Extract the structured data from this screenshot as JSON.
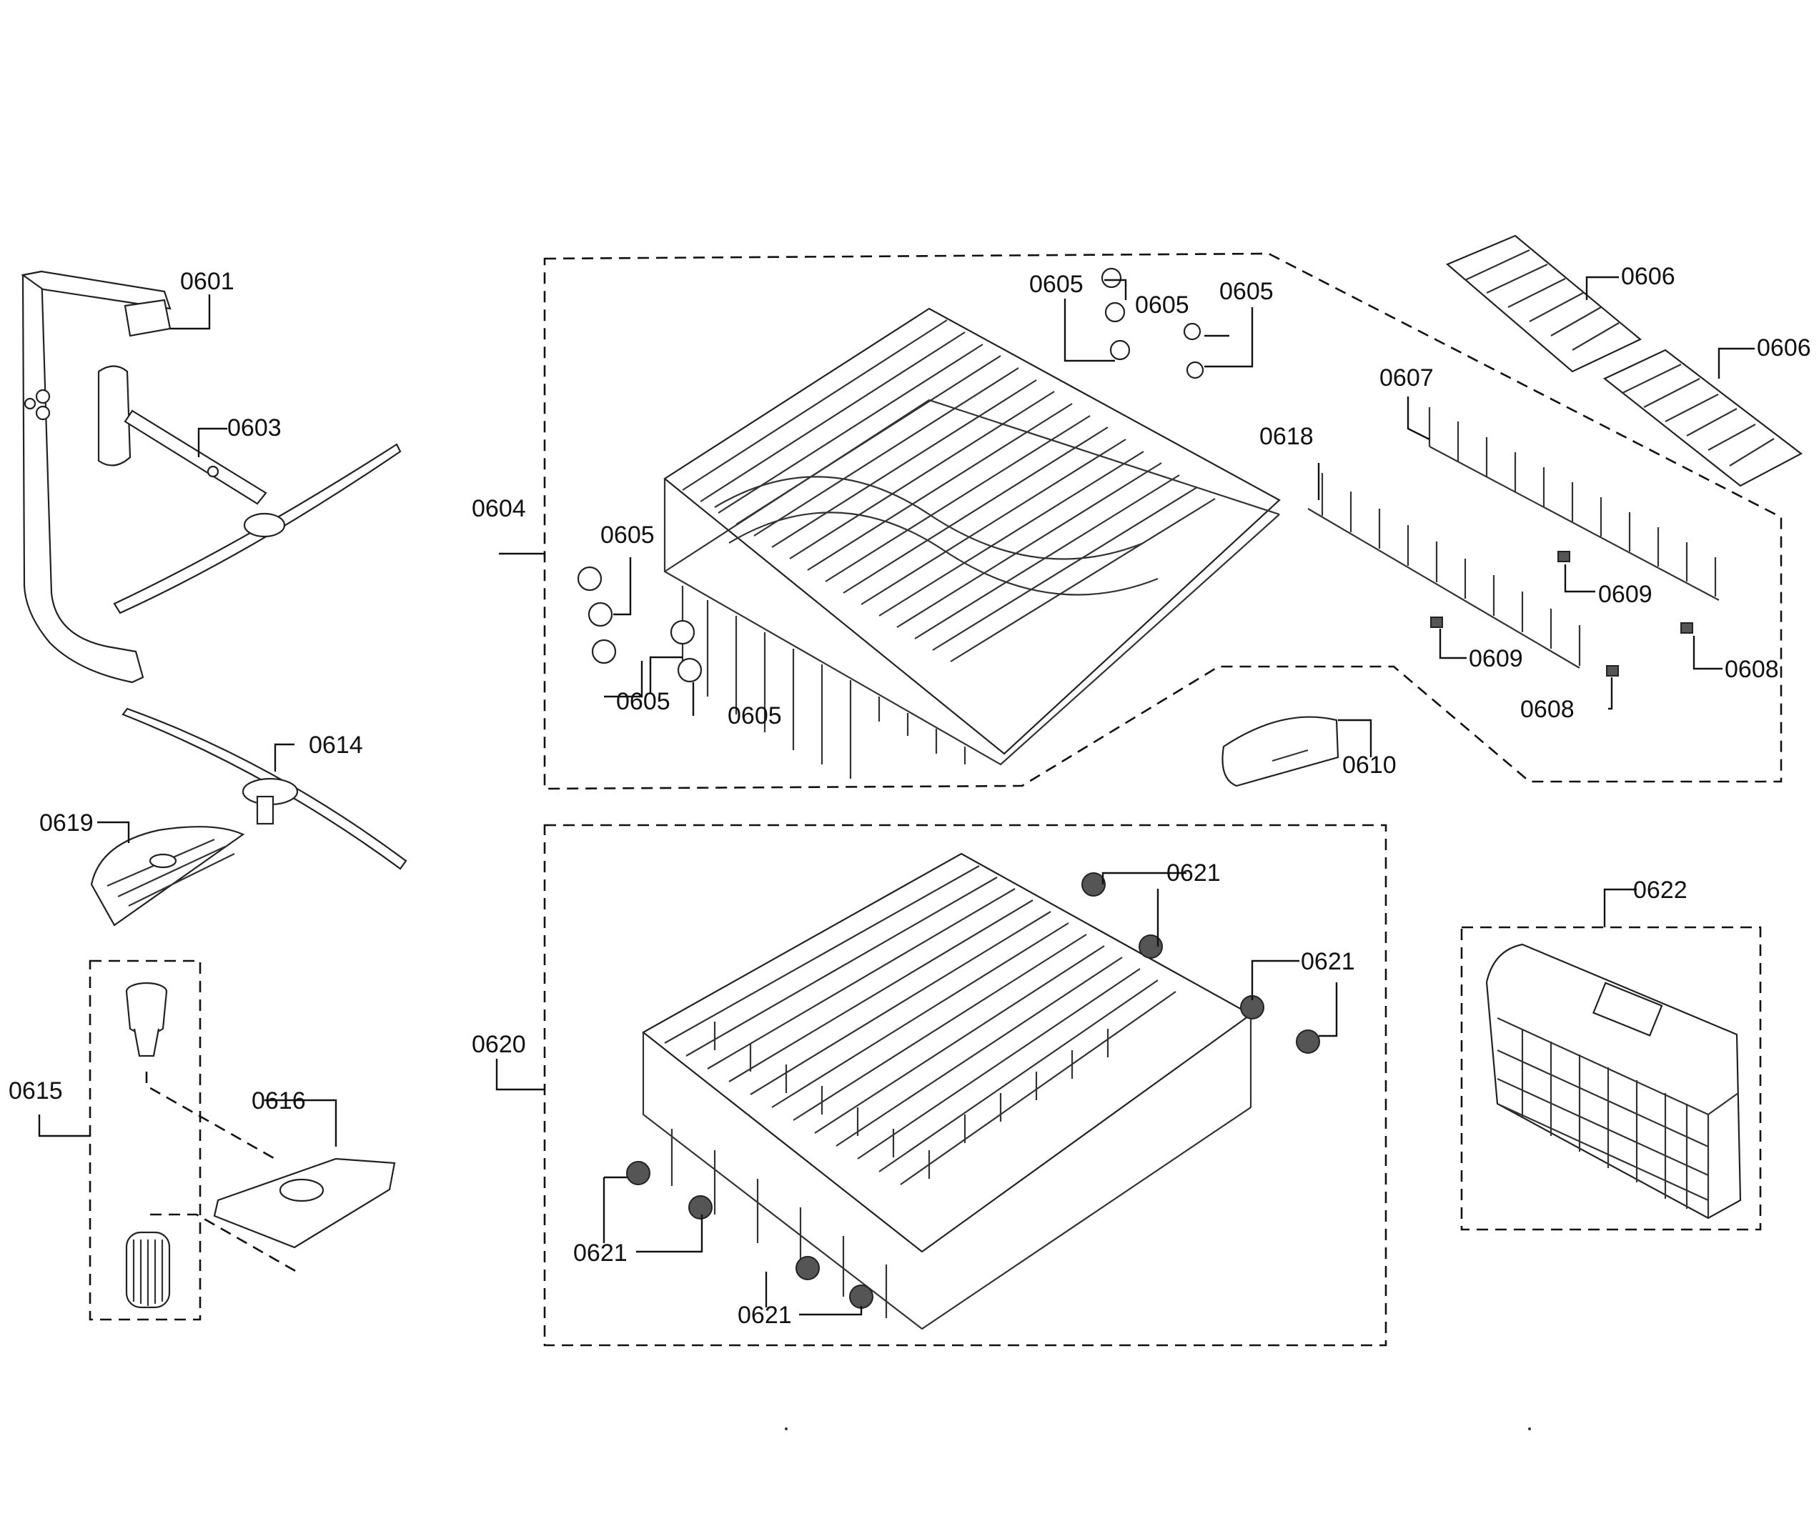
{
  "labels": {
    "p0601": "0601",
    "p0603": "0603",
    "p0604": "0604",
    "p0605": "0605",
    "p0606": "0606",
    "p0607": "0607",
    "p0608": "0608",
    "p0609": "0609",
    "p0610": "0610",
    "p0614": "0614",
    "p0615": "0615",
    "p0616": "0616",
    "p0618": "0618",
    "p0619": "0619",
    "p0620": "0620",
    "p0621": "0621",
    "p0622": "0622"
  }
}
